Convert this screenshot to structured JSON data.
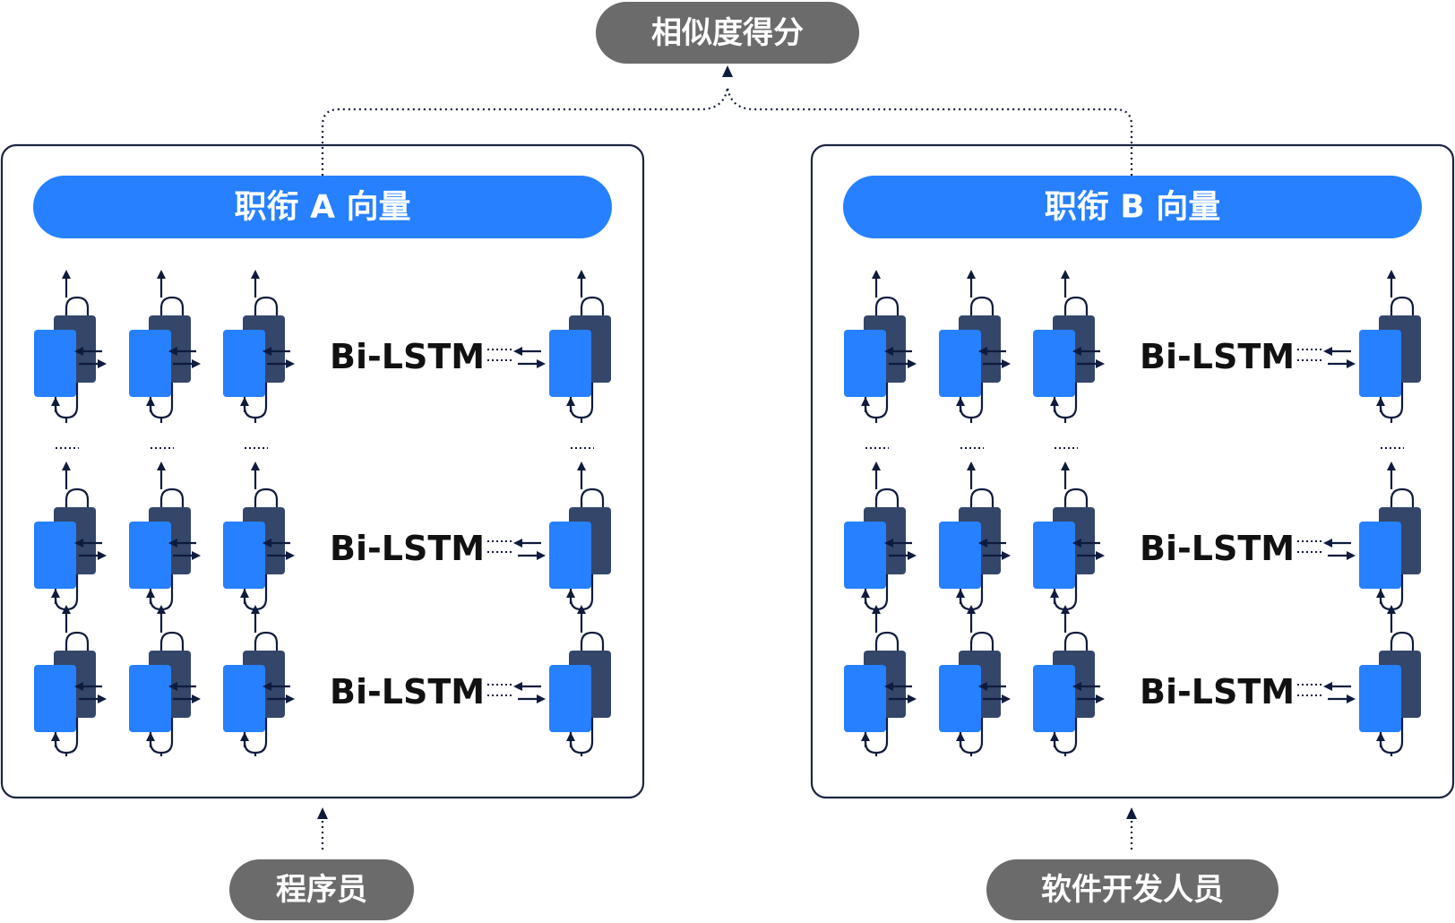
{
  "top_label": "相似度得分",
  "panels": [
    {
      "vector_label": "职衔 A 向量",
      "input_label": "程序员",
      "layer_labels": [
        "Bi-LSTM",
        "Bi-LSTM",
        "Bi-LSTM"
      ]
    },
    {
      "vector_label": "职衔 B 向量",
      "input_label": "软件开发人员",
      "layer_labels": [
        "Bi-LSTM",
        "Bi-LSTM",
        "Bi-LSTM"
      ]
    }
  ],
  "colors": {
    "pill_gray": "#6b6b6b",
    "vector_blue": "#2680ff",
    "cell_front": "#2680ff",
    "cell_back": "#34466a",
    "line_dark": "#0f1b3d",
    "panel_border": "#1c2642"
  }
}
